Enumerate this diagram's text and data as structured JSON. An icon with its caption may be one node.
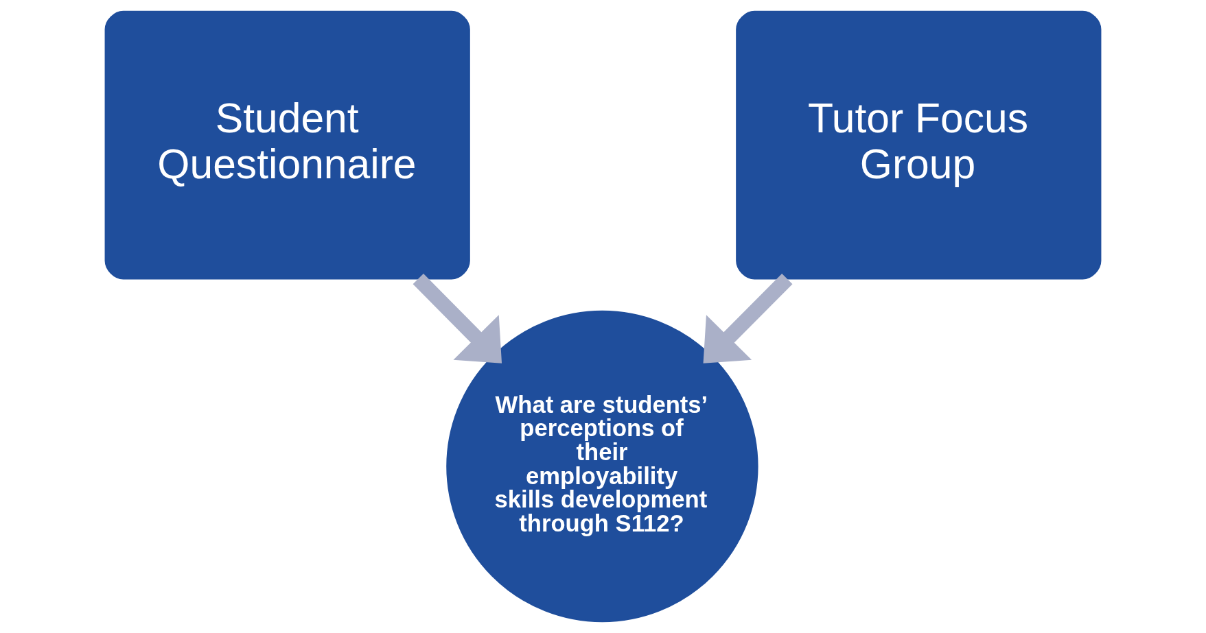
{
  "diagram": {
    "nodes": [
      {
        "text": [
          "Student Questionnaire"
        ]
      },
      {
        "text": [
          "Tutor Focus Group"
        ]
      },
      {
        "text": [
          "What are students’ perceptions of their employability skills development through S112?"
        ]
      }
    ],
    "edges": [
      {
        "from": 0,
        "to": 2,
        "arrow": "to"
      },
      {
        "from": 1,
        "to": 2,
        "arrow": "to"
      }
    ]
  }
}
